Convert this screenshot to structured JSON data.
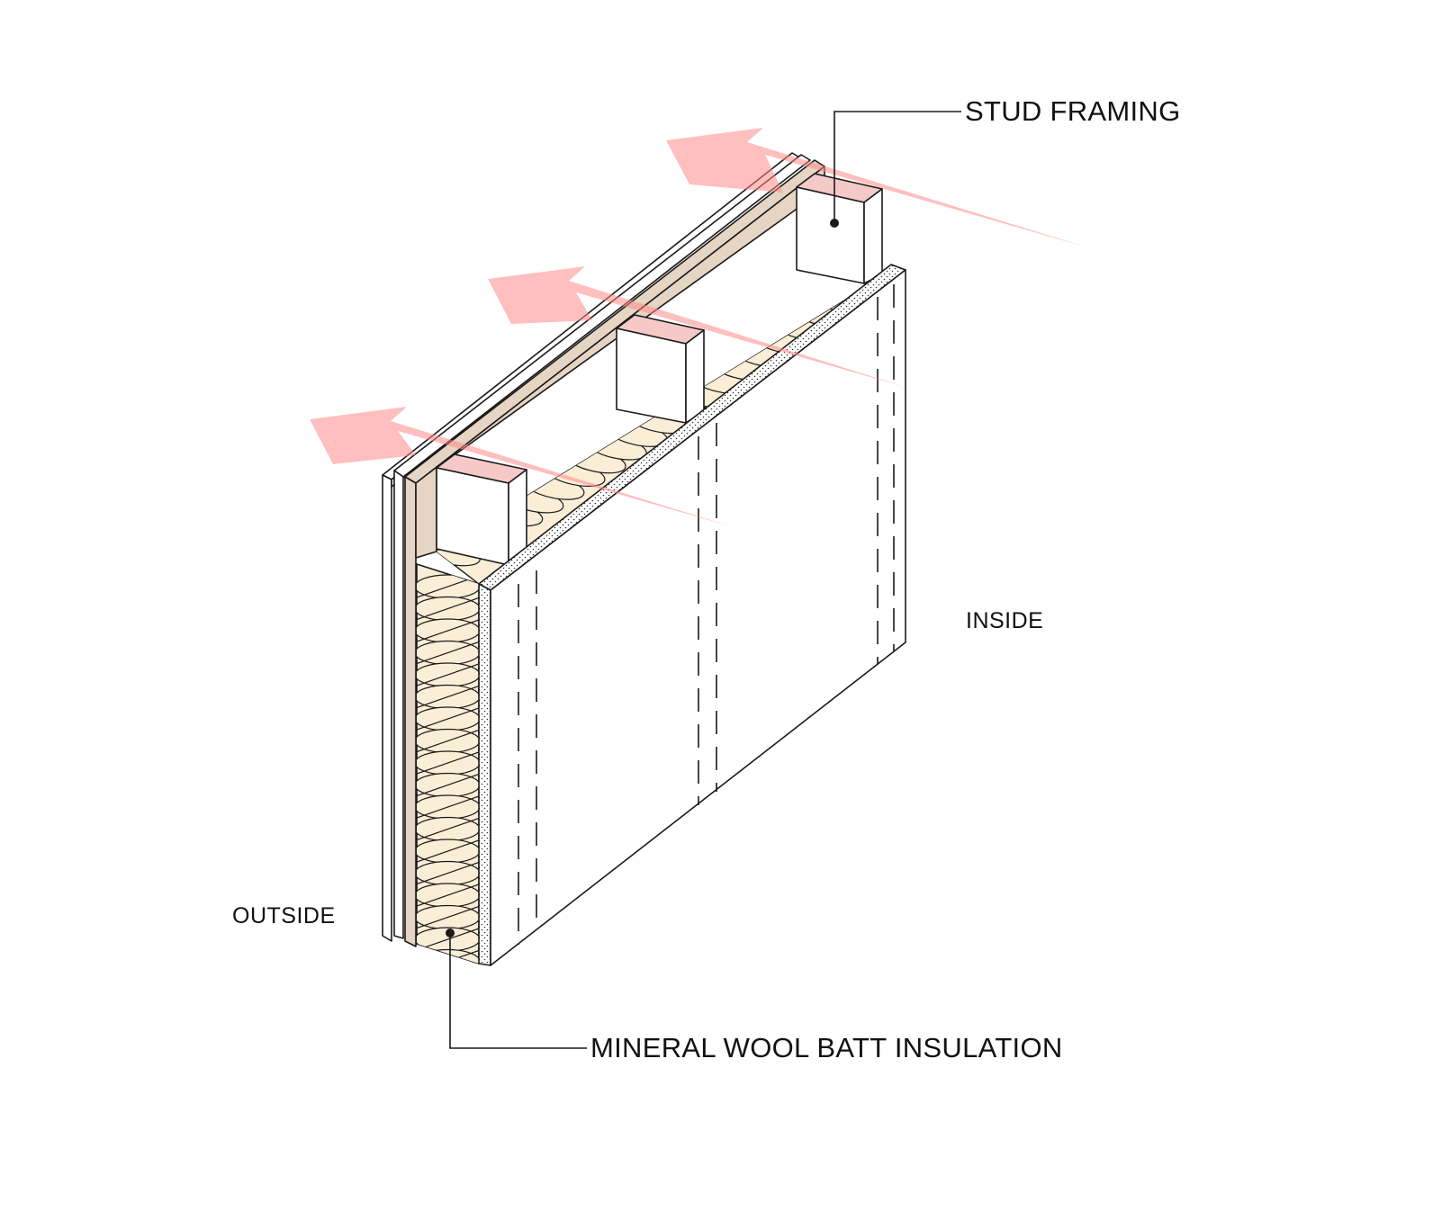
{
  "labels": {
    "stud_framing": "STUD FRAMING",
    "mineral_wool": "MINERAL WOOL BATT INSULATION",
    "inside": "INSIDE",
    "outside": "OUTSIDE"
  },
  "colors": {
    "stroke": "#1a1a1a",
    "sheathing": "#e6d5c3",
    "insulation": "#fbeed6",
    "heat_arrow": "#ff8a8a",
    "drywall": "#ffffff"
  }
}
